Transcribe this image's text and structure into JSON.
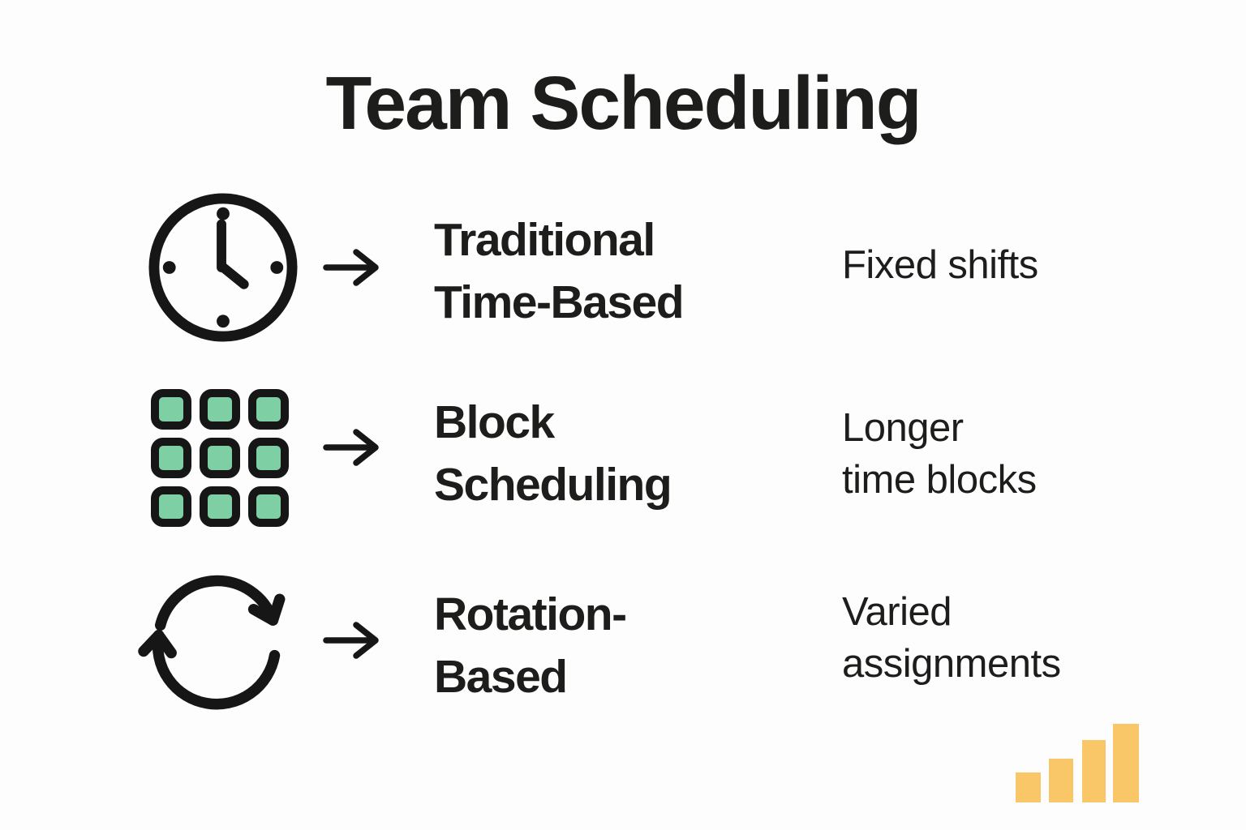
{
  "title": "Team Scheduling",
  "colors": {
    "background": "#fdfdfd",
    "text": "#1d1d1b",
    "icon_stroke": "#161616",
    "mint_green": "#7ed0a4",
    "orange": "#f9c668"
  },
  "rows": [
    {
      "icon": "clock-icon",
      "heading_line1": "Traditional",
      "heading_line2": "Time-Based",
      "desc_line1": "Fixed shifts",
      "desc_line2": ""
    },
    {
      "icon": "grid-icon",
      "heading_line1": "Block",
      "heading_line2": "Scheduling",
      "desc_line1": "Longer",
      "desc_line2": "time blocks"
    },
    {
      "icon": "rotation-icon",
      "heading_line1": "Rotation-",
      "heading_line2": "Based",
      "desc_line1": "Varied",
      "desc_line2": "assignments"
    }
  ],
  "decoration": {
    "bar_chart_icon": "ascending-bars"
  }
}
